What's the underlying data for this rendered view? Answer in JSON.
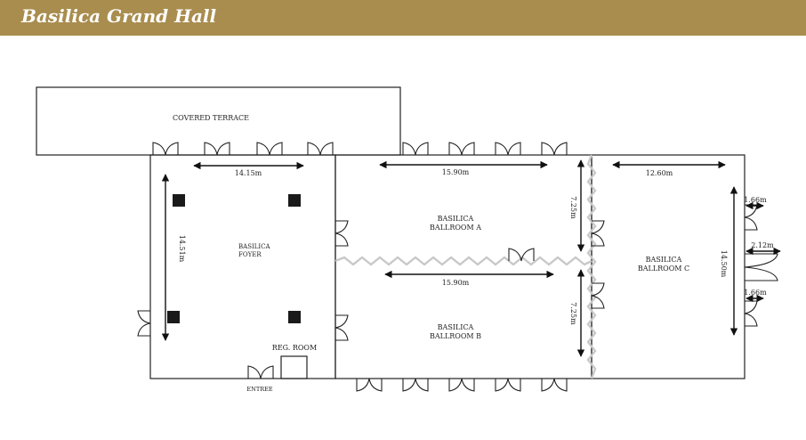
{
  "header": {
    "title": "Basilica Grand Hall",
    "background_color": "#a98d4e",
    "title_color": "#ffffff"
  },
  "rooms": {
    "covered_terrace": "COVERED TERRACE",
    "foyer_line1": "BASILICA",
    "foyer_line2": "FOYER",
    "ballroom_a_line1": "BASILICA",
    "ballroom_a_line2": "BALLROOM A",
    "ballroom_b_line1": "BASILICA",
    "ballroom_b_line2": "BALLROOM B",
    "ballroom_c_line1": "BASILICA",
    "ballroom_c_line2": "BALLROOM C",
    "reg_room": "REG. ROOM",
    "entree": "ENTREE"
  },
  "dimensions": {
    "foyer_width": "14.15m",
    "foyer_depth": "14.51m",
    "ballroom_a_width": "15.90m",
    "ballroom_a_depth": "7.25m",
    "ballroom_b_width": "15.90m",
    "ballroom_b_depth": "7.25m",
    "ballroom_c_width": "12.60m",
    "ballroom_c_depth": "14.50m",
    "door_c_top": "1.66m",
    "door_c_middle": "2.12m",
    "door_c_bottom": "1.66m"
  },
  "colors": {
    "line": "#222222",
    "partition": "#c8c8c8",
    "pillar": "#1a1a1a"
  }
}
